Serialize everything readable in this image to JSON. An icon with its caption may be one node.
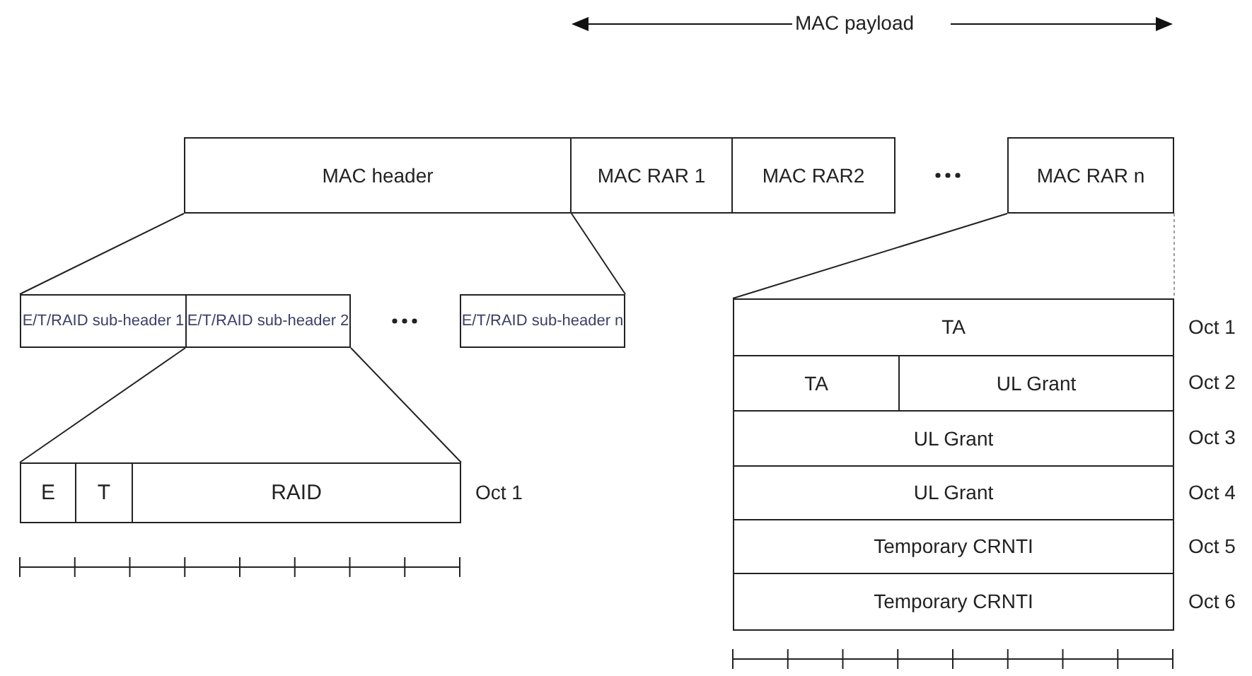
{
  "diagram": {
    "nodes": [
      {
        "text": [
          "MAC header"
        ]
      },
      {
        "text": [
          "MAC RAR 1"
        ]
      },
      {
        "text": [
          "MAC RAR2"
        ]
      },
      {
        "text": [
          "MAC RAR n"
        ]
      },
      {
        "text": [
          "E/T/RAID sub-header 1"
        ]
      },
      {
        "text": [
          "E/T/RAID sub-header 2"
        ]
      },
      {
        "text": [
          "E/T/RAID sub-header n"
        ]
      },
      {
        "text": [
          "E"
        ]
      },
      {
        "text": [
          "T"
        ]
      },
      {
        "text": [
          "RAID"
        ],
        "beside": [
          "Oct 1"
        ]
      },
      {
        "text": [
          "TA"
        ],
        "beside": [
          "Oct 1"
        ]
      },
      {
        "text": [
          "TA"
        ]
      },
      {
        "text": [
          "UL Grant"
        ],
        "beside": [
          "Oct 2"
        ]
      },
      {
        "text": [
          "UL Grant"
        ],
        "beside": [
          "Oct 3"
        ]
      },
      {
        "text": [
          "UL Grant"
        ],
        "beside": [
          "Oct 4"
        ]
      },
      {
        "text": [
          "Temporary CRNTI"
        ],
        "beside": [
          "Oct 5"
        ]
      },
      {
        "text": [
          "Temporary CRNTI"
        ],
        "beside": [
          "Oct 6"
        ]
      }
    ],
    "edges": [
      {
        "from": 0,
        "to": 4,
        "arrow": "none"
      },
      {
        "from": 0,
        "to": 6,
        "arrow": "none"
      },
      {
        "from": 5,
        "to": 7,
        "arrow": "none"
      },
      {
        "from": 5,
        "to": 9,
        "arrow": "none"
      },
      {
        "from": 3,
        "to": 10,
        "arrow": "none"
      },
      {
        "from": 3,
        "to": 10,
        "arrow": "none",
        "style": "dashed",
        "color": "#9a9a9a"
      }
    ],
    "labels": [
      "MAC payload"
    ]
  }
}
